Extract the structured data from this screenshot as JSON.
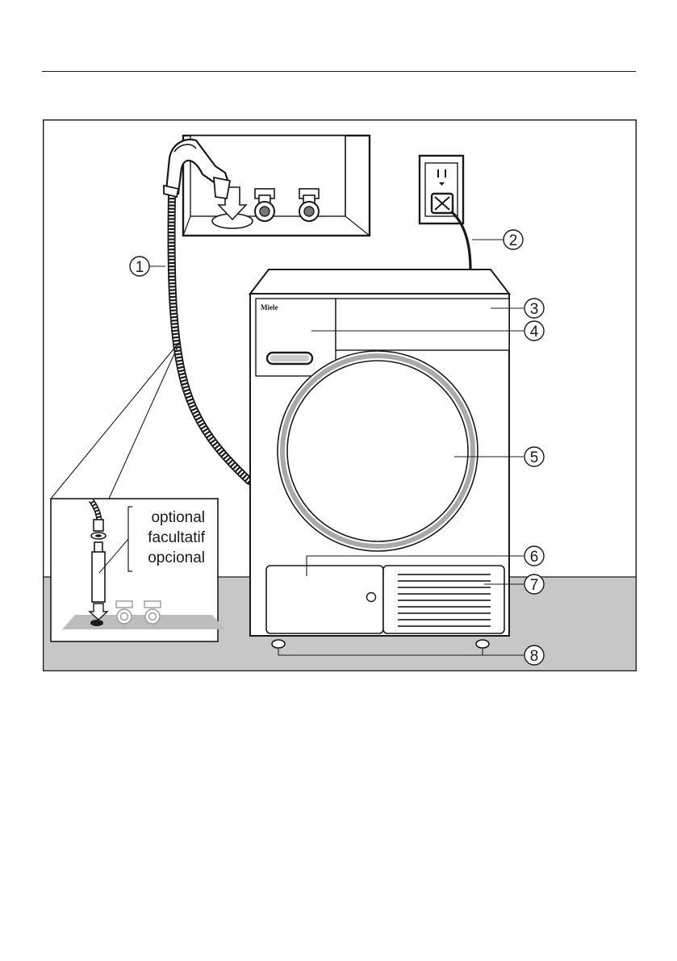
{
  "figure": {
    "brand": "Miele",
    "inset_labels": [
      "optional",
      "facultatif",
      "opcional"
    ],
    "callouts": [
      {
        "number": "1"
      },
      {
        "number": "2"
      },
      {
        "number": "3"
      },
      {
        "number": "4"
      },
      {
        "number": "5"
      },
      {
        "number": "6"
      },
      {
        "number": "7"
      },
      {
        "number": "8"
      }
    ]
  },
  "colors": {
    "floor": "#c7c7c7",
    "outline": "#1a1a1a",
    "drum_ring": "#a9a9a9",
    "panel": "#ffffff"
  }
}
